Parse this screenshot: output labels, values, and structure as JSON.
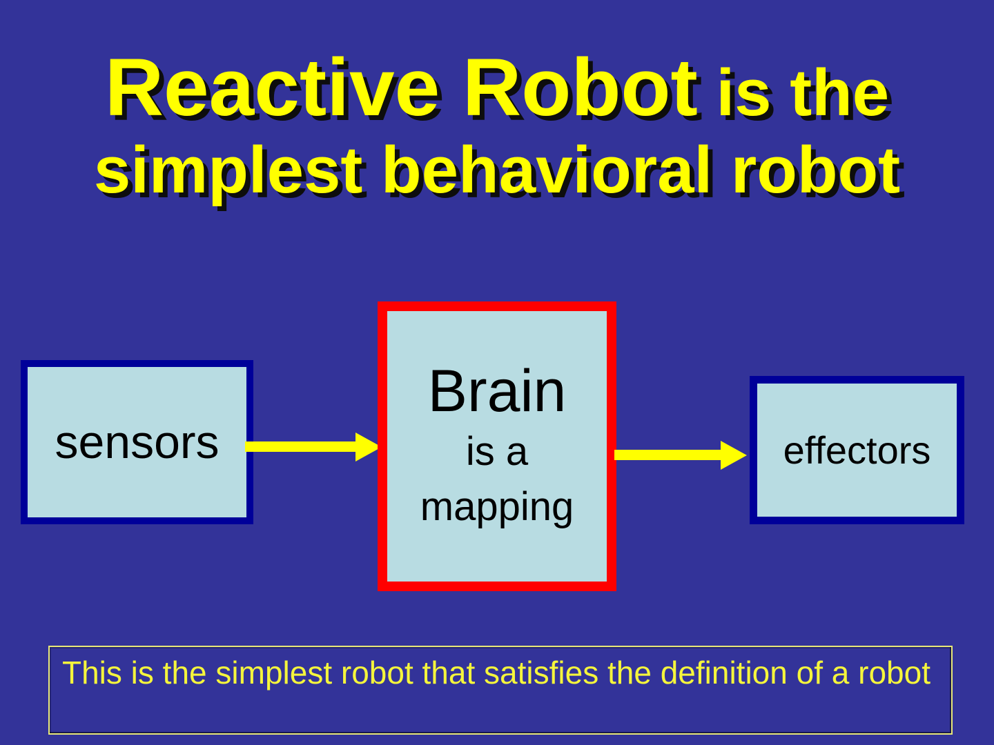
{
  "slide": {
    "title": {
      "line1_main": "Reactive Robot",
      "line1_rest": " is the",
      "line2": "simplest behavioral robot"
    },
    "diagram": {
      "sensors_label": "sensors",
      "brain_lines": [
        "Brain",
        "is a",
        "mapping"
      ],
      "effectors_label": "effectors",
      "arrows": [
        {
          "name": "sensors-to-brain",
          "direction": "right"
        },
        {
          "name": "brain-to-effectors",
          "direction": "right"
        }
      ]
    },
    "note": "This is the simplest robot that satisfies the definition of a robot",
    "colors": {
      "background": "#333399",
      "title_text": "#ffff00",
      "title_shadow": "#0d0d0d",
      "box_fill": "#b8dce2",
      "box_border_navy": "#000099",
      "brain_border_red": "#ff0000",
      "arrow_yellow": "#ffff00",
      "note_border": "#e8e878",
      "note_text": "#f5f53c",
      "box_text": "#000000"
    }
  }
}
